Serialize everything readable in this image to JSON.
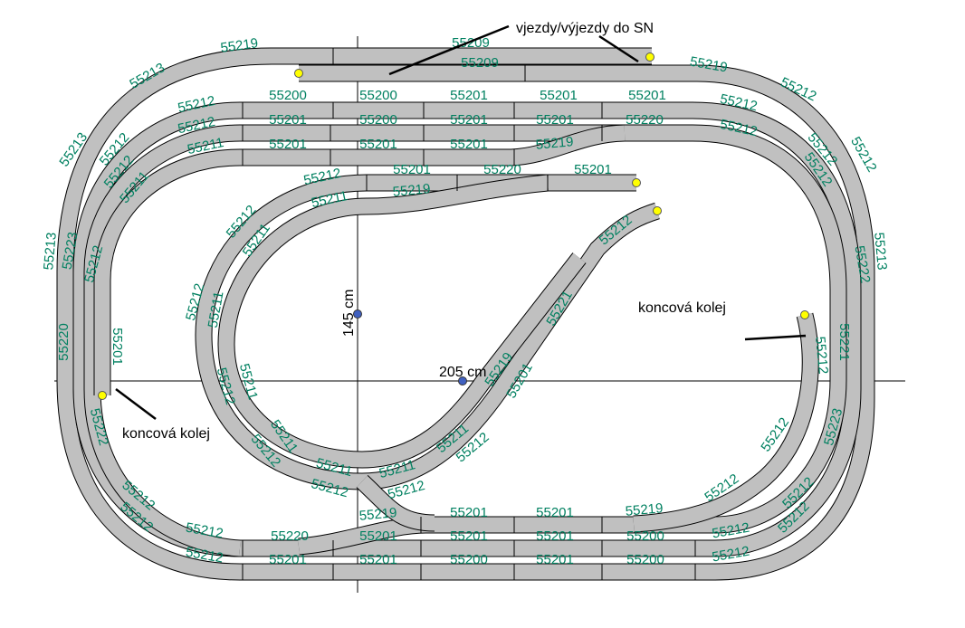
{
  "annotations": {
    "sidings_note": "vjezdy/výjezdy do SN",
    "dead_end_right": "koncová kolej",
    "dead_end_left": "koncová kolej",
    "height_dim": "145 cm",
    "width_dim": "205 cm"
  },
  "colors": {
    "track": "#c0c0c0",
    "label": "#008060",
    "end_marker": "#ffff00",
    "dim_marker": "#4060c0"
  },
  "track_labels": [
    "55219",
    "55209",
    "55209",
    "55219",
    "55213",
    "55212",
    "55200",
    "55200",
    "55201",
    "55201",
    "55201",
    "55212",
    "55212",
    "55212",
    "55201",
    "55200",
    "55201",
    "55201",
    "55220",
    "55212",
    "55211",
    "55201",
    "55201",
    "55201",
    "55219",
    "55213",
    "55212",
    "55212",
    "55211",
    "55212",
    "55212",
    "55212",
    "55212",
    "55201",
    "55220",
    "55201",
    "55211",
    "55219",
    "55212",
    "55211",
    "55212",
    "55213",
    "55223",
    "55212",
    "55213",
    "55222",
    "55212",
    "55211",
    "55221",
    "55220",
    "55201",
    "55221",
    "55212",
    "55219",
    "55211",
    "55212",
    "55201",
    "55222",
    "55223",
    "55212",
    "55211",
    "55212",
    "55211",
    "55212",
    "55211",
    "55211",
    "55212",
    "55212",
    "55212",
    "55212",
    "55212",
    "55212",
    "55212",
    "55219",
    "55201",
    "55201",
    "55219",
    "55212",
    "55220",
    "55201",
    "55201",
    "55201",
    "55200",
    "55212",
    "55212",
    "55201",
    "55201",
    "55200",
    "55201",
    "55200",
    "55212"
  ]
}
